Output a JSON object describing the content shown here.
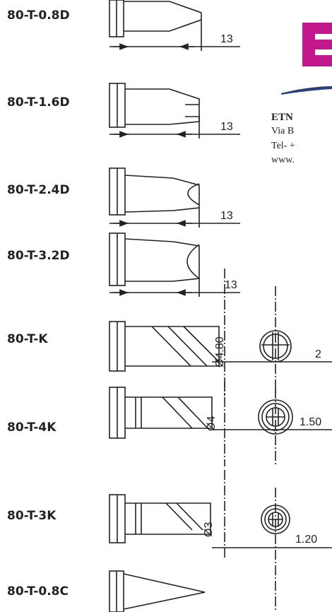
{
  "tips": [
    {
      "code": "80-T-0.8D",
      "dimension": "13"
    },
    {
      "code": "80-T-1.6D",
      "dimension": "13"
    },
    {
      "code": "80-T-2.4D",
      "dimension": "13"
    },
    {
      "code": "80-T-3.2D",
      "dimension": "13"
    },
    {
      "code": "80-T-K",
      "diameter": "4.80",
      "flat": "2"
    },
    {
      "code": "80-T-4K",
      "diameter": "4",
      "flat": "1.50"
    },
    {
      "code": "80-T-3K",
      "diameter": "3",
      "flat": "1.20"
    },
    {
      "code": "80-T-0.8C"
    }
  ],
  "company": {
    "name": "ETN",
    "address": "Via B",
    "phone": "Tel- +",
    "web": "www."
  },
  "colors": {
    "logo": "#c2188c",
    "swoosh": "#2a3f7a",
    "ink": "#222222"
  }
}
